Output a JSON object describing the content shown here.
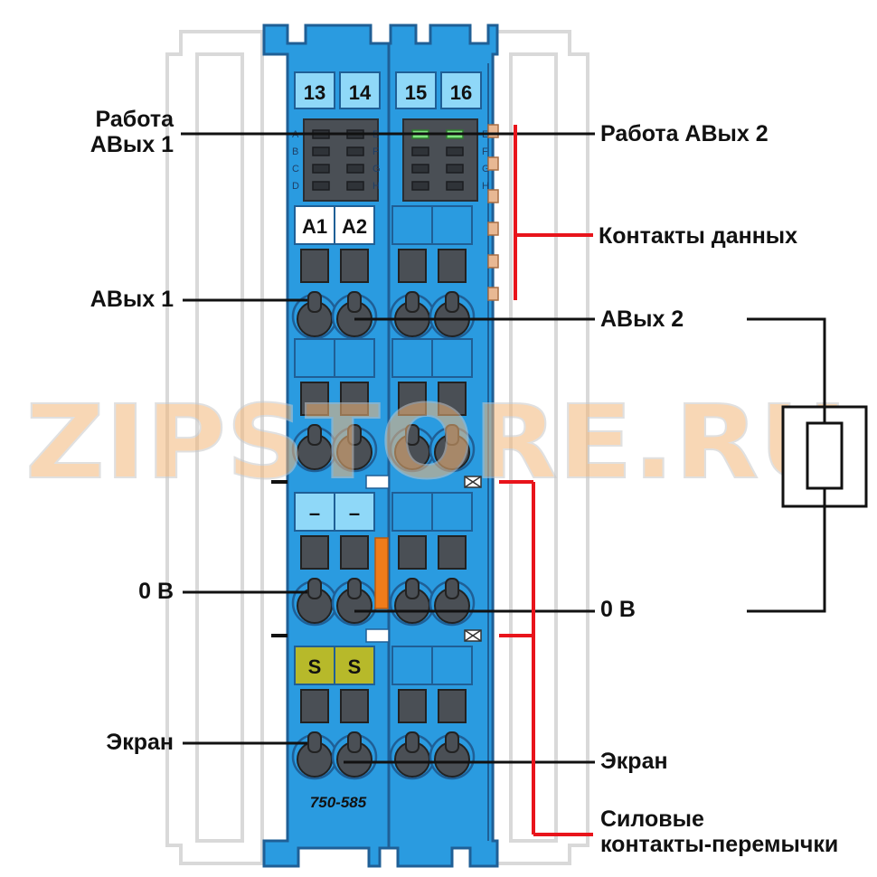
{
  "terminals": {
    "n13": "13",
    "n14": "14",
    "n15": "15",
    "n16": "16",
    "a1": "A1",
    "a2": "A2",
    "minus1": "–",
    "minus2": "–",
    "s1": "S",
    "s2": "S"
  },
  "led_rows": {
    "left": [
      "A",
      "B",
      "C",
      "D"
    ],
    "right": [
      "E",
      "F",
      "G",
      "H"
    ]
  },
  "model": "750-585",
  "watermark": "ZIPSTORE.RU",
  "labels": {
    "rabota_avyh1_line1": "Работа",
    "rabota_avyh1_line2": "АВых 1",
    "rabota_avyh2": "Работа АВых 2",
    "kontakty_dannyh": "Контакты данных",
    "avyh1": "АВых 1",
    "avyh2": "АВых 2",
    "zero_v_left": "0 В",
    "zero_v_right": "0 В",
    "ekran_left": "Экран",
    "ekran_right": "Экран",
    "silovye_line1": "Силовые",
    "silovye_line2": "контакты-перемычки"
  },
  "colors": {
    "module_blue": "#2a9be0",
    "module_dark": "#1f6fb0",
    "label_light_blue": "#8fd8f8",
    "s_label": "#b7b92a",
    "led_green": "#7de87d",
    "orange_bar": "#f07c1a",
    "red_line": "#e8141b",
    "gray_block": "#4a4f55",
    "watermark_orange": "#f4b77a",
    "watermark_gray": "#c8c8c8"
  }
}
